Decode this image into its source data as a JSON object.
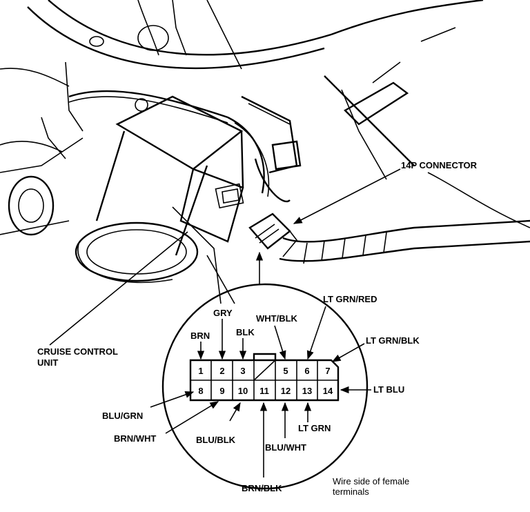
{
  "labels": {
    "connector": "14P CONNECTOR",
    "unit_line1": "CRUISE CONTROL",
    "unit_line2": "UNIT",
    "note_line1": "Wire side of female",
    "note_line2": "terminals"
  },
  "pins": {
    "top": [
      "1",
      "2",
      "3",
      "",
      "5",
      "6",
      "7"
    ],
    "bottom": [
      "8",
      "9",
      "10",
      "11",
      "12",
      "13",
      "14"
    ]
  },
  "wires": {
    "p1": "BRN",
    "p2": "GRY",
    "p3": "BLK",
    "p5": "WHT/BLK",
    "p6": "LT GRN/RED",
    "p7": "LT GRN/BLK",
    "p8": "BLU/GRN",
    "p9": "BRN/WHT",
    "p10": "BLU/BLK",
    "p11": "BRN/BLK",
    "p12": "BLU/WHT",
    "p13": "LT GRN",
    "p14": "LT BLU"
  }
}
